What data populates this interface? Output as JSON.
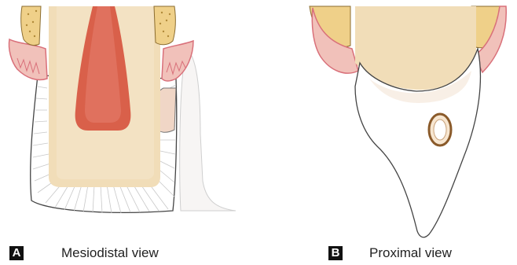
{
  "panels": [
    {
      "badge": "A",
      "caption": "Mesiodistal view"
    },
    {
      "badge": "B",
      "caption": "Proximal view"
    }
  ],
  "colors": {
    "dentin": "#f1ddb8",
    "dentin_dark": "#e9cda0",
    "pulp": "#d9604a",
    "gingiva": "#f1c1ba",
    "gingiva_line": "#d9707a",
    "bone": "#efd089",
    "bone_dot": "#b08a3a",
    "enamel": "#ffffff",
    "outline": "#333333",
    "badge_bg": "#111111"
  }
}
